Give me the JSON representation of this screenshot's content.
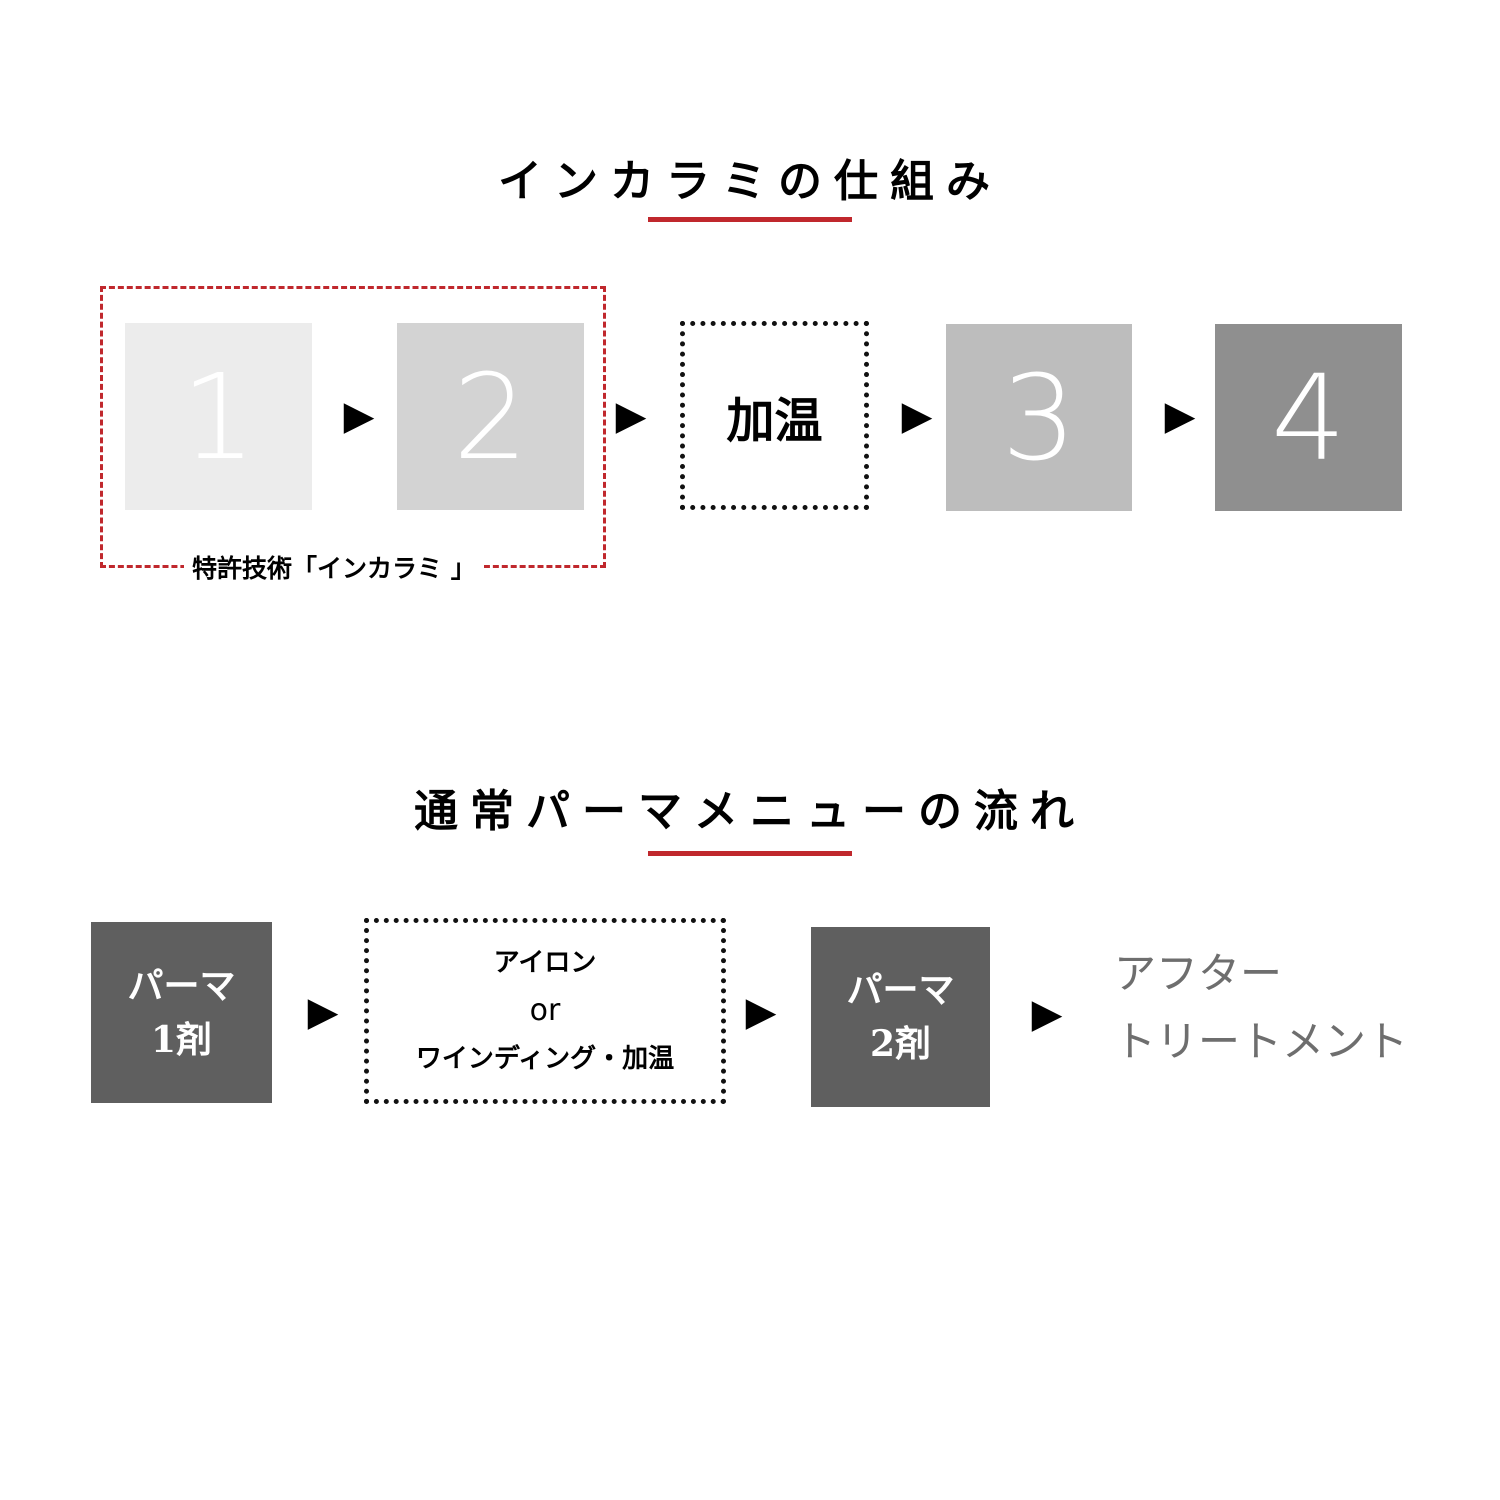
{
  "section1": {
    "title": "インカラミの仕組み",
    "steps": [
      "1",
      "2",
      "3",
      "4"
    ],
    "heat_label": "加温",
    "patent_label": "特許技術「インカラミ 」",
    "arrow": "▶"
  },
  "section2": {
    "title": "通常パーマメニューの流れ",
    "perm1": {
      "line1": "パーマ",
      "line2": "1剤"
    },
    "process": {
      "line1": "アイロン",
      "line2": "or",
      "line3": "ワインディング・加温"
    },
    "perm2": {
      "line1": "パーマ",
      "line2": "2剤"
    },
    "after": {
      "line1": "アフター",
      "line2": "トリートメント"
    },
    "arrow": "▶"
  },
  "colors": {
    "accent_red": "#c0282d",
    "step1": "#ececec",
    "step2": "#d3d3d3",
    "step3": "#bdbdbd",
    "step4": "#8f8f8f",
    "dark_box": "#5f5f5f"
  }
}
